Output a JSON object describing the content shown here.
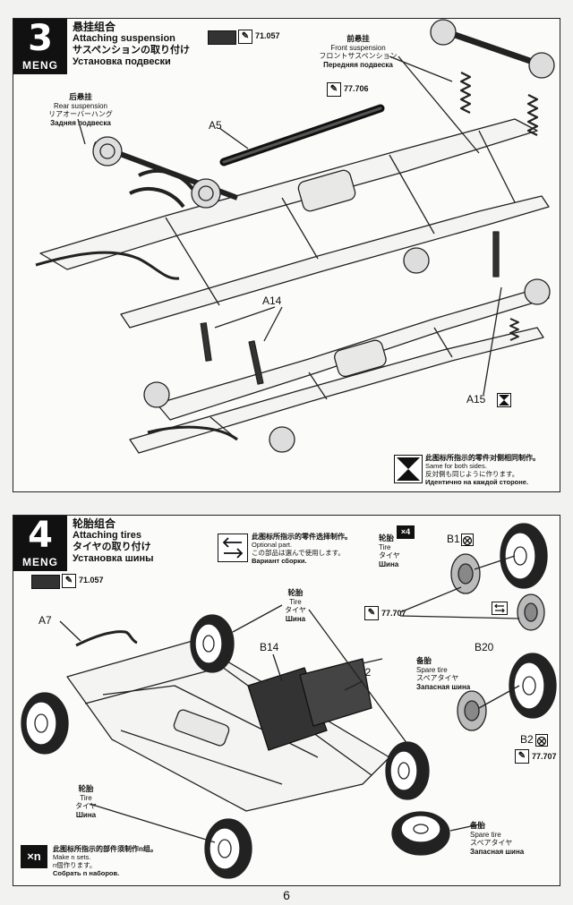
{
  "step3": {
    "number": "3",
    "brand": "MENG",
    "title_cn": "悬挂组合",
    "title_en": "Attaching suspension",
    "title_jp": "サスペンションの取り付け",
    "title_ru": "Установка подвески",
    "paint_main": "71.057",
    "paint_shaft": "77.706",
    "front": {
      "cn": "前悬挂",
      "en": "Front suspension",
      "jp": "フロントサスペンション",
      "ru": "Передняя подвеска"
    },
    "rear": {
      "cn": "后悬挂",
      "en": "Rear suspension",
      "jp": "リアオーバーハング",
      "ru": "Задняя подвеска"
    },
    "parts": {
      "a5": "A5",
      "a14": "A14",
      "a15": "A15"
    },
    "note": {
      "cn": "此图标所指示的零件对侧相同制作。",
      "en": "Same for both sides.",
      "jp": "反対側も同じように作ります。",
      "ru": "Идентично на каждой стороне."
    }
  },
  "step4": {
    "number": "4",
    "brand": "MENG",
    "title_cn": "轮胎组合",
    "title_en": "Attaching tires",
    "title_jp": "タイヤの取り付け",
    "title_ru": "Установка шины",
    "paint_main": "71.057",
    "optional": {
      "cn": "此图标所指示的零件选择制作。",
      "en": "Optional part.",
      "jp": "この部品は選んで使用します。",
      "ru": "Вариант сборки."
    },
    "tire_count": "×4",
    "tire": {
      "cn": "轮胎",
      "en": "Tire",
      "jp": "タイヤ",
      "ru": "Шина"
    },
    "spare": {
      "cn": "备胎",
      "en": "Spare tire",
      "jp": "スペアタイヤ",
      "ru": "Запасная шина"
    },
    "paint_wheel_1": "77.707",
    "paint_wheel_2": "77.707",
    "parts": {
      "a7": "A7",
      "b14": "B14",
      "b12": "B12",
      "b1": "B1",
      "b20": "B20",
      "b2": "B2"
    },
    "note_n": {
      "symbol": "×n",
      "cn": "此图标所指示的部件须制作n组。",
      "en": "Make n sets.",
      "jp": "n個作ります。",
      "ru": "Собрать n наборов."
    }
  },
  "page_number": "6",
  "colors": {
    "ink": "#111111",
    "paper": "#fbfbfa",
    "paint_swatch": "#333333"
  }
}
